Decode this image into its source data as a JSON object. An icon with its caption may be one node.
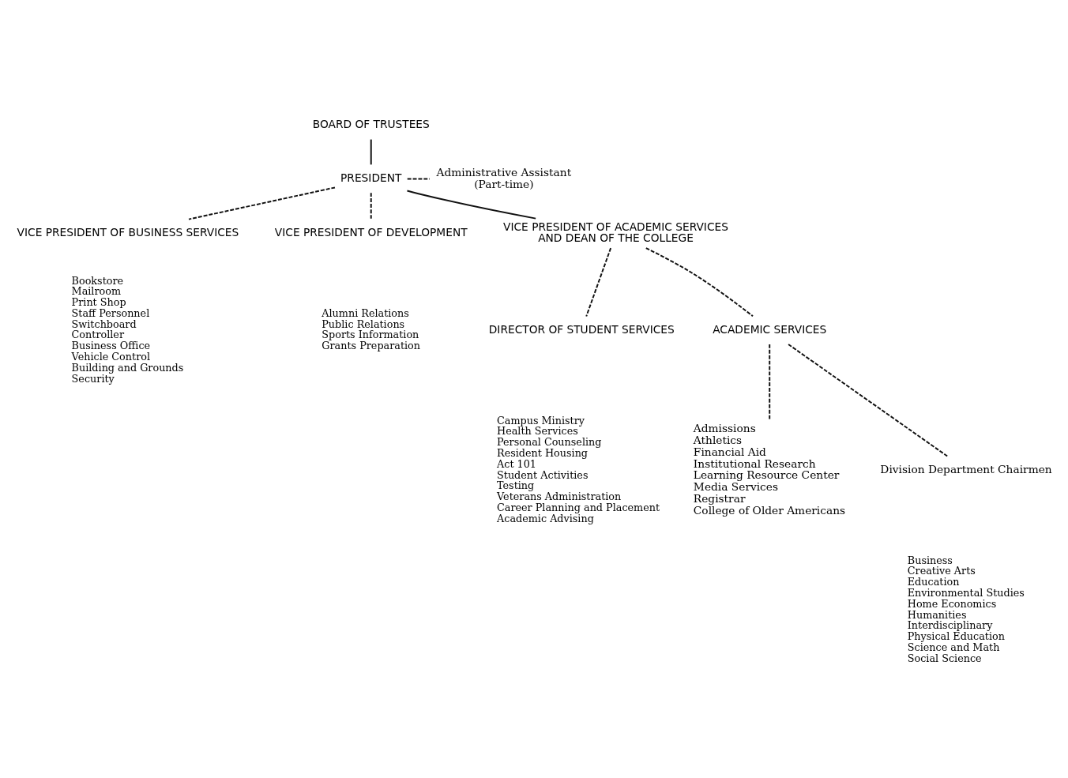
{
  "diagram": {
    "nodes": [
      {
        "text": [
          "BOARD OF TRUSTEES"
        ]
      },
      {
        "text": [
          "PRESIDENT"
        ]
      },
      {
        "text": [
          "Administrative Assistant (Part-time)"
        ]
      },
      {
        "text": [
          "VICE PRESIDENT OF BUSINESS SERVICES"
        ],
        "beside": [
          "Bookstore",
          "Mailroom",
          "Print Shop",
          "Staff Personnel",
          "Switchboard",
          "Controller",
          "Business Office",
          "Vehicle Control",
          "Building and Grounds",
          "Security"
        ]
      },
      {
        "text": [
          "VICE PRESIDENT OF DEVELOPMENT"
        ],
        "beside": [
          "Alumni Relations",
          "Public Relations",
          "Sports Information",
          "Grants Preparation"
        ]
      },
      {
        "text": [
          "VICE PRESIDENT OF ACADEMIC SERVICES AND DEAN OF THE COLLEGE"
        ]
      },
      {
        "text": [
          "DIRECTOR OF STUDENT SERVICES"
        ],
        "beside": [
          "Campus Ministry",
          "Health Services",
          "Personal Counseling",
          "Resident Housing",
          "Act 101",
          "Student Activities",
          "Testing",
          "Veterans Administration",
          "Career Planning and Placement",
          "Academic Advising"
        ]
      },
      {
        "text": [
          "ACADEMIC SERVICES"
        ]
      },
      {
        "text": [
          "Admissions",
          "Athletics",
          "Financial Aid",
          "Institutional Research",
          "Learning Resource Center",
          "Media Services",
          "Registrar",
          "College of Older Americans"
        ]
      },
      {
        "text": [
          "Division Department Chairmen"
        ],
        "beside": [
          "Business",
          "Creative Arts",
          "Education",
          "Environmental Studies",
          "Home Economics",
          "Humanities",
          "Interdisciplinary",
          "Physical Education",
          "Science and Math",
          "Social Science"
        ]
      }
    ],
    "edges": [
      {
        "from": 0,
        "to": 1,
        "arrow": "none"
      },
      {
        "from": 1,
        "to": 2,
        "arrow": "none",
        "style": "dashed"
      },
      {
        "from": 1,
        "to": 3,
        "arrow": "none",
        "style": "dashed"
      },
      {
        "from": 1,
        "to": 4,
        "arrow": "none",
        "style": "dashed"
      },
      {
        "from": 1,
        "to": 5,
        "arrow": "none"
      },
      {
        "from": 5,
        "to": 6,
        "arrow": "none",
        "style": "dashed"
      },
      {
        "from": 5,
        "to": 7,
        "arrow": "none",
        "style": "dashed"
      },
      {
        "from": 7,
        "to": 8,
        "arrow": "none",
        "style": "dashed"
      },
      {
        "from": 7,
        "to": 9,
        "arrow": "none",
        "style": "dashed"
      }
    ]
  }
}
